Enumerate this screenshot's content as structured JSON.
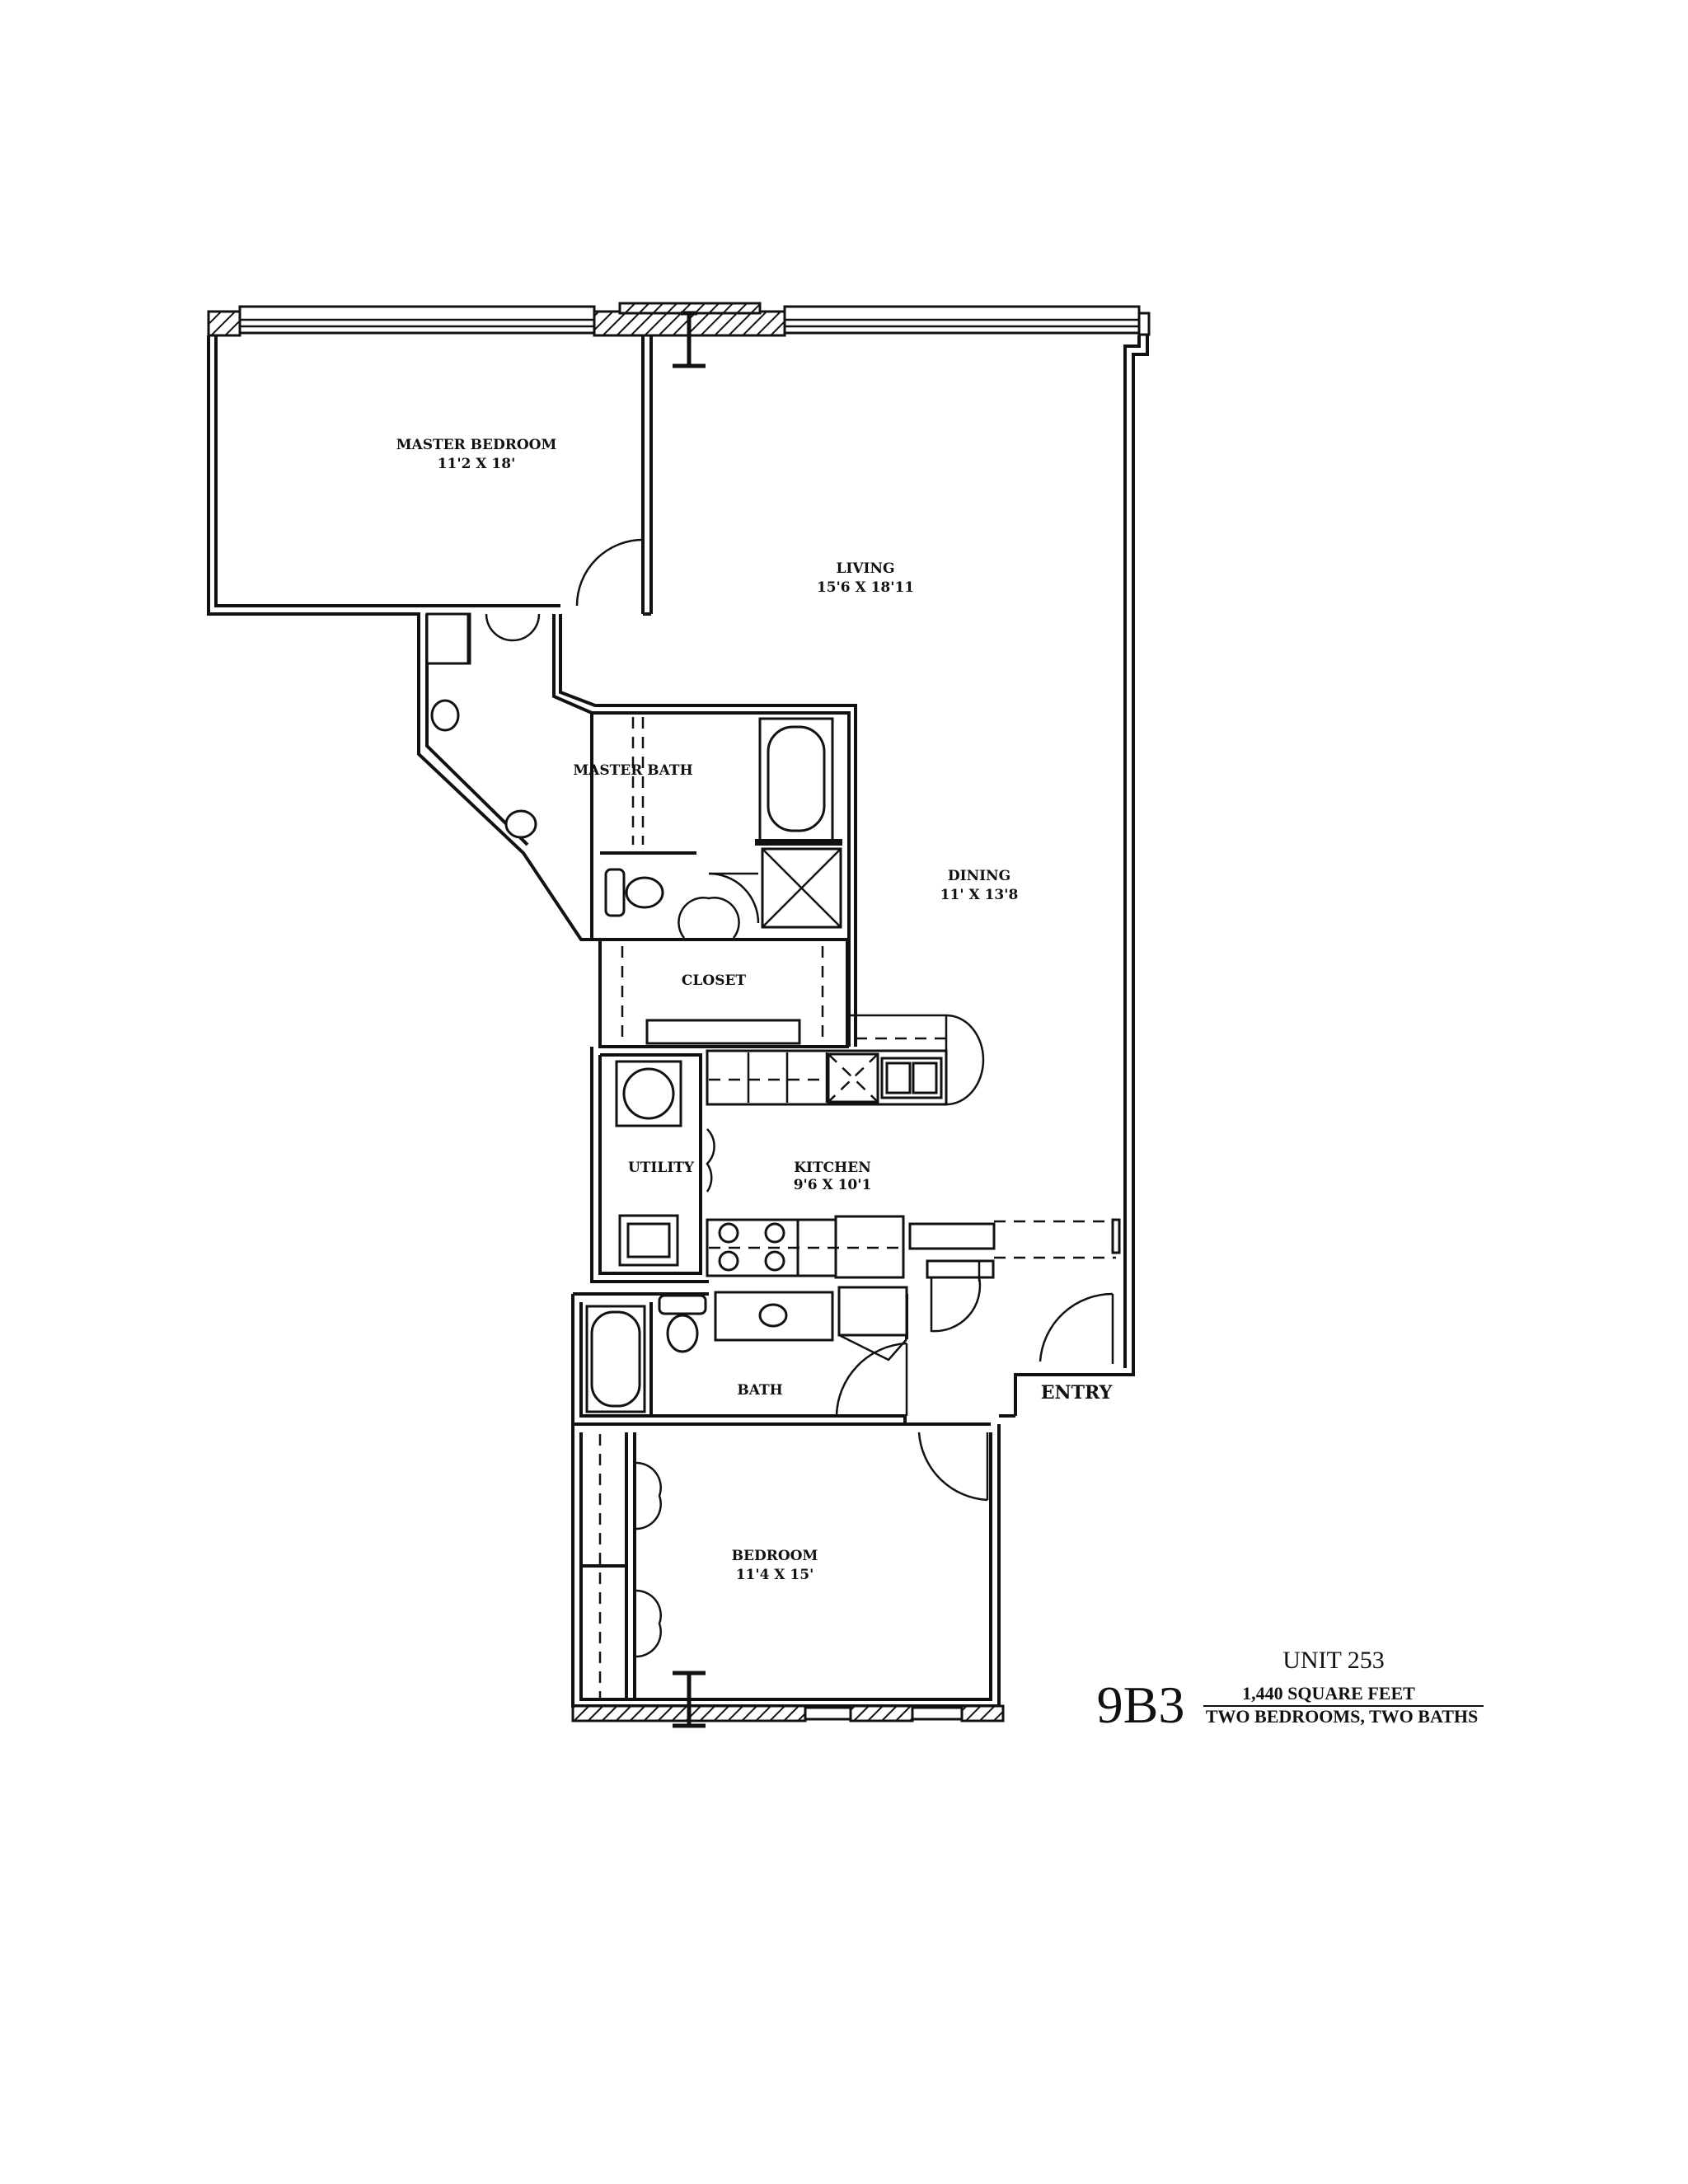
{
  "rooms": {
    "master_bedroom": {
      "name": "MASTER BEDROOM",
      "dims": "11'2 X 18'"
    },
    "living": {
      "name": "LIVING",
      "dims": "15'6 X 18'11"
    },
    "master_bath": {
      "name": "MASTER BATH"
    },
    "dining": {
      "name": "DINING",
      "dims": "11' X 13'8"
    },
    "closet": {
      "name": "CLOSET"
    },
    "utility": {
      "name": "UTILITY"
    },
    "kitchen": {
      "name": "KITCHEN",
      "dims": "9'6 X 10'1"
    },
    "bath": {
      "name": "BATH"
    },
    "entry": {
      "name": "ENTRY"
    },
    "bedroom": {
      "name": "BEDROOM",
      "dims": "11'4 X 15'"
    }
  },
  "unit": {
    "number": "UNIT 253",
    "plan_code": "9B3",
    "area": "1,440 SQUARE FEET",
    "summary": "TWO BEDROOMS, TWO BATHS"
  }
}
